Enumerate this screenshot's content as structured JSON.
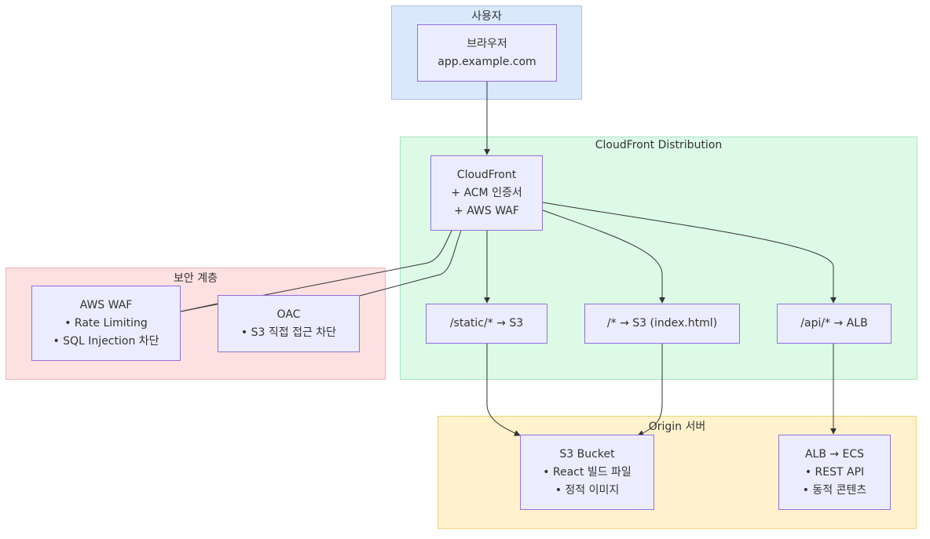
{
  "groups": {
    "user": {
      "title": "사용자",
      "color": "#dae8fc",
      "border": "#a5c4e8"
    },
    "cloudfront": {
      "title": "CloudFront Distribution",
      "color": "#dcfae6",
      "border": "#a8e4bf"
    },
    "security": {
      "title": "보안 계층",
      "color": "#fde0e0",
      "border": "#f2b4b4"
    },
    "origin": {
      "title": "Origin 서버",
      "color": "#fff2cc",
      "border": "#f0d27a"
    }
  },
  "nodes": {
    "browser": {
      "lines": [
        "브라우저",
        "app.example.com"
      ]
    },
    "cf": {
      "lines": [
        "CloudFront",
        "+ ACM 인증서",
        "+ AWS WAF"
      ]
    },
    "static": {
      "lines": [
        "/static/* → S3"
      ]
    },
    "root": {
      "lines": [
        "/* → S3 (index.html)"
      ]
    },
    "api": {
      "lines": [
        "/api/* → ALB"
      ]
    },
    "waf": {
      "lines": [
        "AWS WAF",
        "• Rate Limiting",
        "• SQL Injection 차단"
      ]
    },
    "oac": {
      "lines": [
        "OAC",
        "• S3 직접 접근 차단"
      ]
    },
    "s3": {
      "lines": [
        "S3 Bucket",
        "• React 빌드 파일",
        "• 정적 이미지"
      ]
    },
    "alb": {
      "lines": [
        "ALB → ECS",
        "• REST API",
        "• 동적 콘텐츠"
      ]
    }
  }
}
